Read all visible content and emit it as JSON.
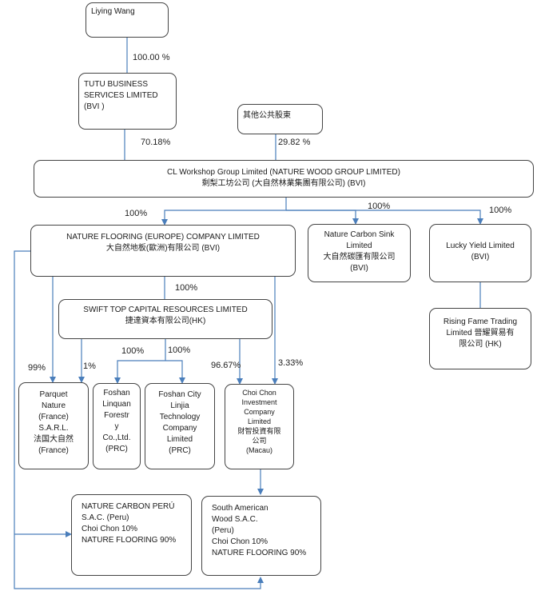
{
  "nodes": {
    "liying_wang": "Liying Wang",
    "tutu": "TUTU BUSINESS\nSERVICES LIMITED\n(BVI )",
    "other_public": "其他公共股東",
    "cl_workshop_en": "CL Workshop Group Limited (NATURE WOOD GROUP LIMITED)",
    "cl_workshop_cn": "剩梨工坊公司 (大自然林業集團有限公司) (BVI)",
    "nature_flooring_en": "NATURE FLOORING (EUROPE) COMPANY LIMITED",
    "nature_flooring_cn": "大自然地板(歐洲)有限公司 (BVI)",
    "nature_carbon_sink": "Nature Carbon Sink\nLimited\n大自然碳匯有限公司\n(BVI)",
    "lucky_yield": "Lucky Yield Limited\n(BVI)",
    "rising_fame": "Rising Fame Trading\nLimited 晉耀貿易有\n限公司 (HK)",
    "swift_top_en": "SWIFT TOP CAPITAL RESOURCES LIMITED",
    "swift_top_cn": "捷達資本有限公司(HK)",
    "parquet": "Parquet\nNature\n(France)\nS.A.R.L.\n法国大自然\n(France)",
    "foshan_linquan": "Foshan\nLinquan\nForestr\ny\nCo.,Ltd.\n(PRC)",
    "foshan_linjia": "Foshan City\nLinjia\nTechnology\nCompany\nLimited\n(PRC)",
    "choi_chon": "Choi Chon\nInvestment\nCompany\nLimited\n財智投資有限\n公司\n(Macau)",
    "nature_carbon_peru": "NATURE CARBON PERÚ\nS.A.C. (Peru)\nChoi Chon 10%\nNATURE FLOORING 90%",
    "south_american": "South American\nWood S.A.C.\n(Peru)\nChoi Chon 10%\nNATURE FLOORING 90%"
  },
  "percentages": {
    "liying_to_tutu": "100.00 %",
    "tutu_to_cl": "70.18%",
    "public_to_cl": "29.82 %",
    "cl_to_nature_flooring": "100%",
    "cl_to_carbon_sink": "100%",
    "cl_to_lucky_yield": "100%",
    "nf_to_swift": "100%",
    "to_parquet_99": "99%",
    "to_parquet_1": "1%",
    "to_linquan": "100%",
    "to_linjia": "100%",
    "to_choi_chon_96": "96.67%",
    "to_choi_chon_3": "3.33%"
  },
  "colors": {
    "arrow": "#4a7ebb",
    "border": "#444444"
  }
}
